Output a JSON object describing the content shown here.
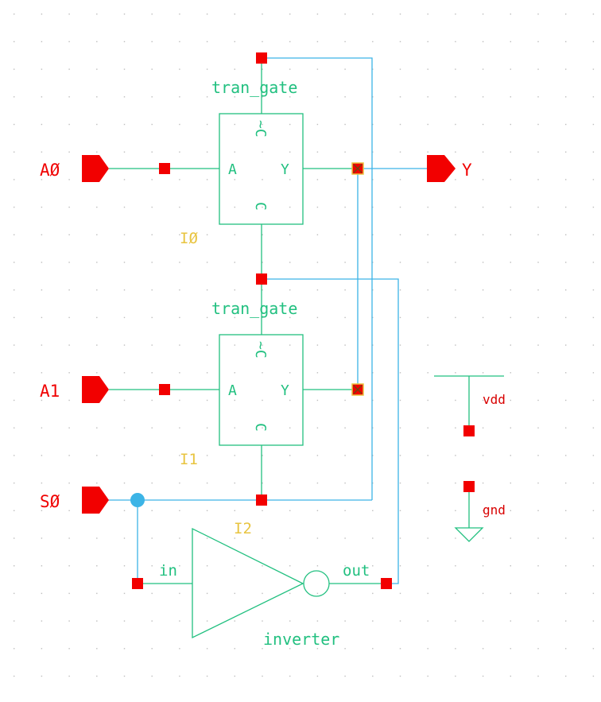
{
  "colors": {
    "background": "#ffffff",
    "wire": "#3cb4e6",
    "symbol": "#22c080",
    "pin": "#f20000",
    "instance_label": "#e8c440",
    "junction": "#3cb4e6"
  },
  "ports": {
    "a0": "AØ",
    "a1": "A1",
    "s0": "SØ",
    "y": "Y"
  },
  "instances": {
    "i0": {
      "name": "IØ",
      "cell": "tran_gate",
      "pins": {
        "a": "A",
        "y": "Y",
        "c": "C",
        "cbar": "~C"
      }
    },
    "i1": {
      "name": "I1",
      "cell": "tran_gate",
      "pins": {
        "a": "A",
        "y": "Y",
        "c": "C",
        "cbar": "~C"
      }
    },
    "i2": {
      "name": "I2",
      "cell": "inverter",
      "pins": {
        "in": "in",
        "out": "out"
      }
    }
  },
  "supplies": {
    "vdd": "vdd",
    "gnd": "gnd"
  }
}
